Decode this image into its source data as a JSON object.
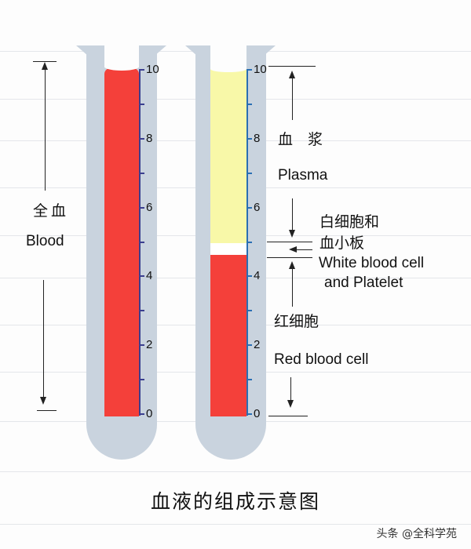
{
  "diagram": {
    "caption": "血液的组成示意图",
    "watermark": "头条 @全科学苑",
    "colors": {
      "tube": "#c9d3de",
      "red_blood": "#f4403a",
      "plasma": "#f8f8a8",
      "buffy_coat": "#ffffff",
      "scale_left": "#3b3f8f",
      "scale_right": "#2a6fb3",
      "grid": "#e4e6ea"
    },
    "scale": {
      "min": 0,
      "max": 10,
      "labels": [
        "10",
        "8",
        "6",
        "4",
        "2",
        "0"
      ]
    },
    "tube_whole_blood": {
      "label_zh": "全血",
      "label_en": "Blood",
      "layers": [
        {
          "name": "Whole blood",
          "from": 0,
          "to": 10,
          "color": "#f4403a"
        }
      ]
    },
    "tube_separated": {
      "layers": [
        {
          "name": "Red blood cell",
          "from": 0,
          "to": 4.6,
          "color": "#f4403a"
        },
        {
          "name": "White blood cell and Platelet",
          "from": 4.6,
          "to": 5.0,
          "color": "#ffffff"
        },
        {
          "name": "Plasma",
          "from": 5.0,
          "to": 10,
          "color": "#f8f8a8"
        }
      ],
      "plasma_label_zh": "血　浆",
      "plasma_label_en": "Plasma",
      "buffy_label_zh_line1": "白细胞和",
      "buffy_label_zh_line2": "血小板",
      "buffy_label_en_line1": "White blood cell",
      "buffy_label_en_line2": "and Platelet",
      "rbc_label_zh": "红细胞",
      "rbc_label_en": "Red blood cell"
    }
  }
}
